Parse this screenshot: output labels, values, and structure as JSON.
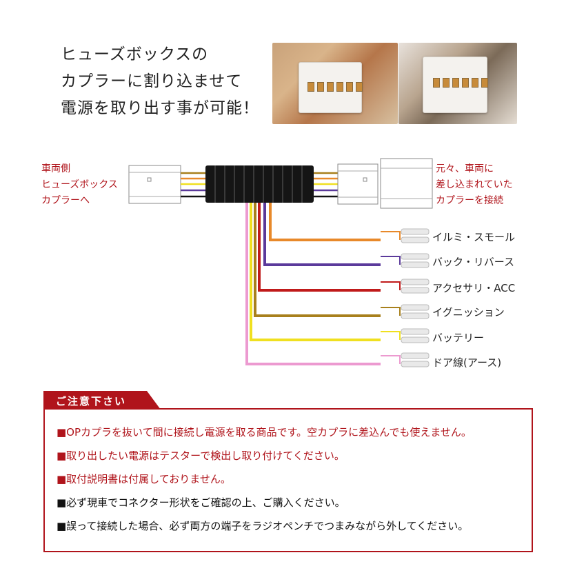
{
  "headline": {
    "line1": "ヒューズボックスの",
    "line2": "カプラーに割り込ませて",
    "line3": "電源を取り出す事が可能！"
  },
  "diagram": {
    "left_label": [
      "車両側",
      "ヒューズボックス",
      "カプラーへ"
    ],
    "right_label": [
      "元々、車両に",
      "差し込まれていた",
      "カプラーを接続"
    ],
    "wires": [
      {
        "label": "イルミ・スモール",
        "color": "#e8892a"
      },
      {
        "label": "バック・リバース",
        "color": "#5b3a9b"
      },
      {
        "label": "アクセサリ・ACC",
        "color": "#c01a1a"
      },
      {
        "label": "イグニッション",
        "color": "#a8801c"
      },
      {
        "label": "バッテリー",
        "color": "#f0e020"
      },
      {
        "label": "ドア線(アース)",
        "color": "#ec9ad0"
      }
    ]
  },
  "notice": {
    "title": "ご注意下さい",
    "accent_color": "#b0141b",
    "lines": [
      {
        "text": "■OPカプラを抜いて間に接続し電源を取る商品です。空カプラに差込んでも使えません。",
        "style": "red"
      },
      {
        "text": "■取り出したい電源はテスターで検出し取り付けてください。",
        "style": "red"
      },
      {
        "text": "■取付説明書は付属しておりません。",
        "style": "red"
      },
      {
        "text": "■必ず現車でコネクター形状をご確認の上、ご購入ください。",
        "style": "black"
      },
      {
        "text": "■誤って接続した場合、必ず両方の端子をラジオペンチでつまみながら外してください。",
        "style": "black"
      }
    ]
  }
}
